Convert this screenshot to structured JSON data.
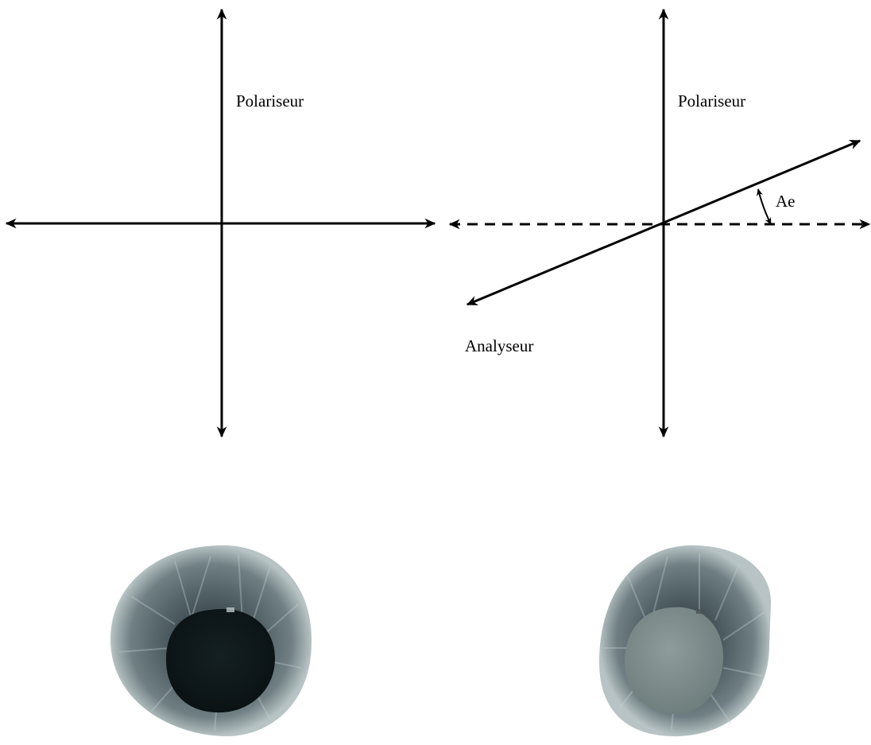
{
  "diagram": {
    "left_panel": {
      "polarizer_label": "Polariseur"
    },
    "right_panel": {
      "polarizer_label": "Polariseur",
      "analyzer_label": "Analyseur",
      "angle_label": "Ae"
    }
  },
  "micrographs": {
    "left": {
      "appearance": "dark-core",
      "core_color": "#0f1a1c"
    },
    "right": {
      "appearance": "bright-core",
      "core_color": "#7f8e8d"
    }
  },
  "colors": {
    "line": "#000000",
    "ring_base": "#3e4c51",
    "ring_light": "#a9b6b8"
  }
}
